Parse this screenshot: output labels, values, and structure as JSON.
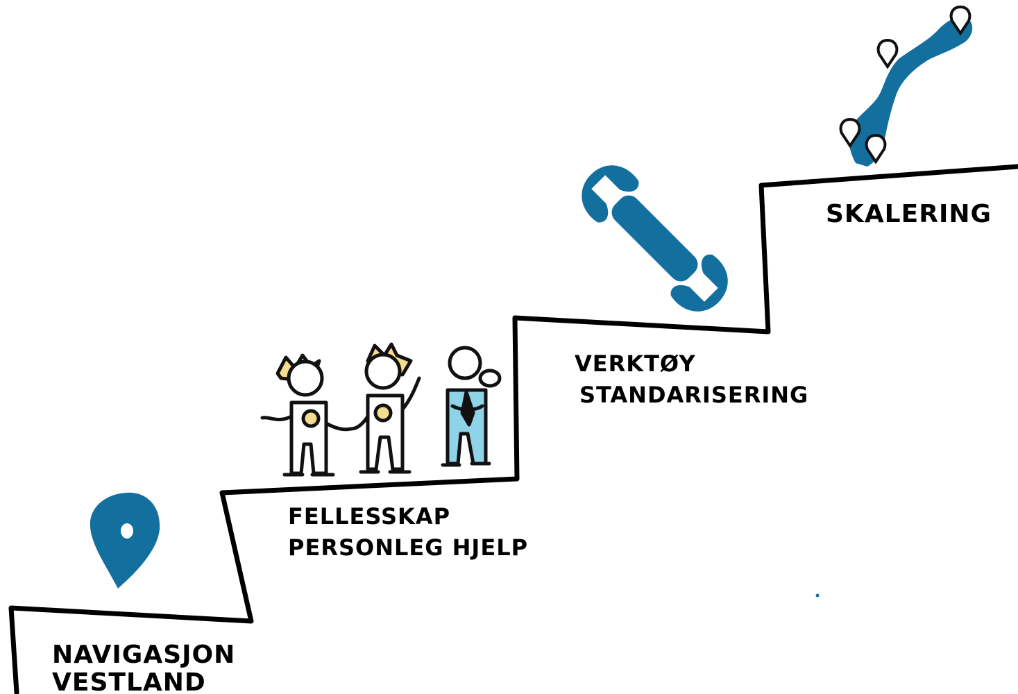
{
  "colors": {
    "accent": "#136f9e",
    "accent_light": "#8fd3e8",
    "crown": "#f5dd8f",
    "line": "#000000",
    "background": "#ffffff"
  },
  "steps": [
    {
      "lines": [
        "NAVIGASJON",
        "VESTLAND"
      ],
      "icon": "map-pin-icon"
    },
    {
      "lines": [
        "FELLESSKAP",
        "PERSONLEG HJELP"
      ],
      "icon": "people-icon"
    },
    {
      "lines": [
        "VERKTØY",
        "STANDARISERING"
      ],
      "icon": "wrench-icon"
    },
    {
      "lines": [
        "SKALERING"
      ],
      "icon": "norway-map-icon"
    }
  ]
}
